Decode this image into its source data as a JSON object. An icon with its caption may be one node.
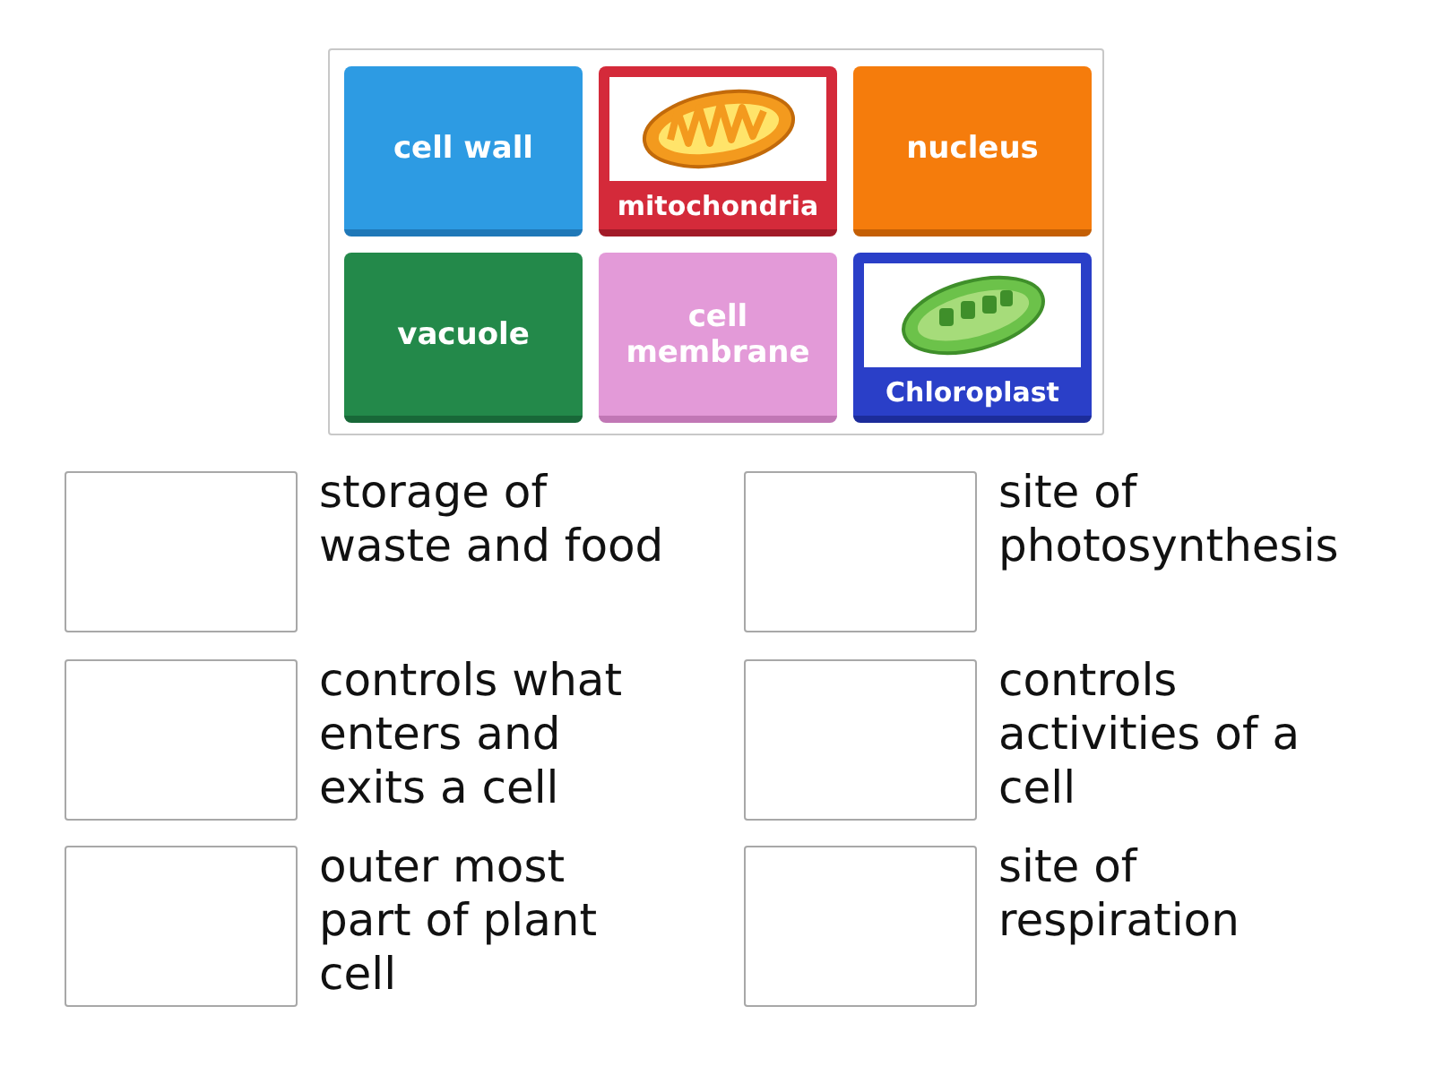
{
  "diagram": {
    "nodes": [
      {
        "text": [],
        "shape": "box"
      },
      {
        "text": [
          "cell wall"
        ],
        "in": 0
      },
      {
        "text": [
          "mitochondria"
        ],
        "in": 0
      },
      {
        "text": [
          "nucleus"
        ],
        "in": 0
      },
      {
        "text": [
          "vacuole"
        ],
        "in": 0
      },
      {
        "text": [
          "cell membrane"
        ],
        "in": 0
      },
      {
        "text": [
          "Chloroplast"
        ],
        "in": 0
      },
      {
        "text": [],
        "shape": "box",
        "beside": [
          "storage of waste and food"
        ]
      },
      {
        "text": [],
        "shape": "box",
        "beside": [
          "site of photosynthesis"
        ]
      },
      {
        "text": [],
        "shape": "box",
        "beside": [
          "controls what enters and exits a cell"
        ]
      },
      {
        "text": [],
        "shape": "box",
        "beside": [
          "controls activities of a cell"
        ]
      },
      {
        "text": [],
        "shape": "box",
        "beside": [
          "outer most part of plant cell"
        ]
      },
      {
        "text": [],
        "shape": "box",
        "beside": [
          "site of respiration"
        ]
      }
    ]
  }
}
